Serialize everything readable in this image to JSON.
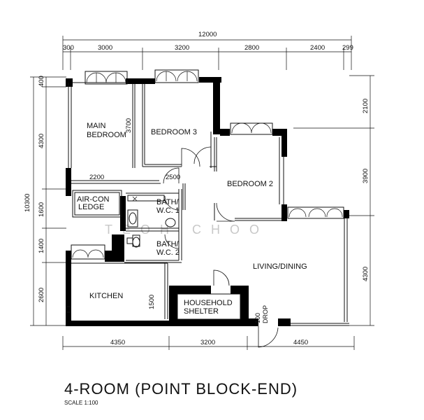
{
  "title": "4-ROOM (POINT BLOCK-END)",
  "scale": "SCALE  1:100",
  "watermark": "TEOH CHOO",
  "rooms": {
    "main_bedroom_1": "MAIN",
    "main_bedroom_2": "BEDROOM",
    "bedroom3": "BEDROOM  3",
    "bedroom2": "BEDROOM  2",
    "aircon_1": "AIR-CON",
    "aircon_2": "LEDGE",
    "bath1_1": "BATH/",
    "bath1_2": "W.C.  1",
    "bath2_1": "BATH/",
    "bath2_2": "W.C.  2",
    "living": "LIVING/DINING",
    "kitchen": "KITCHEN",
    "shelter_1": "HOUSEHOLD",
    "shelter_2": "SHELTER",
    "drop_1": "100",
    "drop_2": "DROP"
  },
  "dimensions": {
    "top_total": "12000",
    "top": [
      "300",
      "3000",
      "3200",
      "2800",
      "2400",
      "299"
    ],
    "left_total": "10300",
    "left": [
      "400",
      "4300",
      "1600",
      "1400",
      "2600"
    ],
    "right": [
      "2100",
      "3900",
      "4300"
    ],
    "bottom": [
      "4350",
      "3200",
      "4450"
    ],
    "inner_3700": "3700",
    "inner_2200": "2200",
    "inner_2500": "2500",
    "inner_1500": "1500"
  }
}
